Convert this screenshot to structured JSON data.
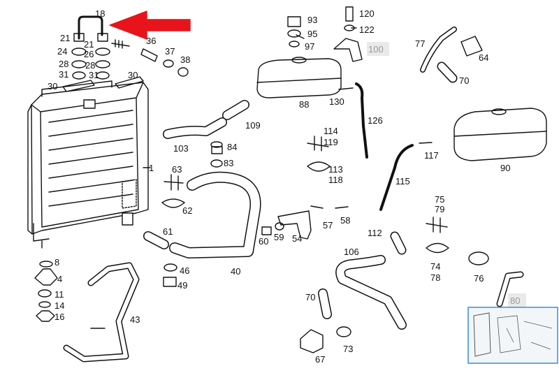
{
  "diagram": {
    "arrow_color": "#e8141c",
    "part_labels": [
      "18",
      "21",
      "24",
      "28",
      "31",
      "30",
      "21",
      "26",
      "28",
      "31",
      "36",
      "37",
      "38",
      "30",
      "1",
      "93",
      "95",
      "97",
      "120",
      "122",
      "100",
      "77",
      "64",
      "70",
      "88",
      "130",
      "126",
      "109",
      "103",
      "84",
      "83",
      "63",
      "62",
      "61",
      "40",
      "46",
      "49",
      "114",
      "119",
      "113",
      "118",
      "117",
      "90",
      "115",
      "57",
      "58",
      "60",
      "59",
      "54",
      "112",
      "75",
      "79",
      "74",
      "78",
      "76",
      "106",
      "70",
      "80",
      "67",
      "73",
      "8",
      "4",
      "11",
      "14",
      "16",
      "43"
    ],
    "highlighted_label": "80",
    "grey_box_label": "100",
    "inset_thumbnail": "radiator-overview-thumbnail"
  }
}
